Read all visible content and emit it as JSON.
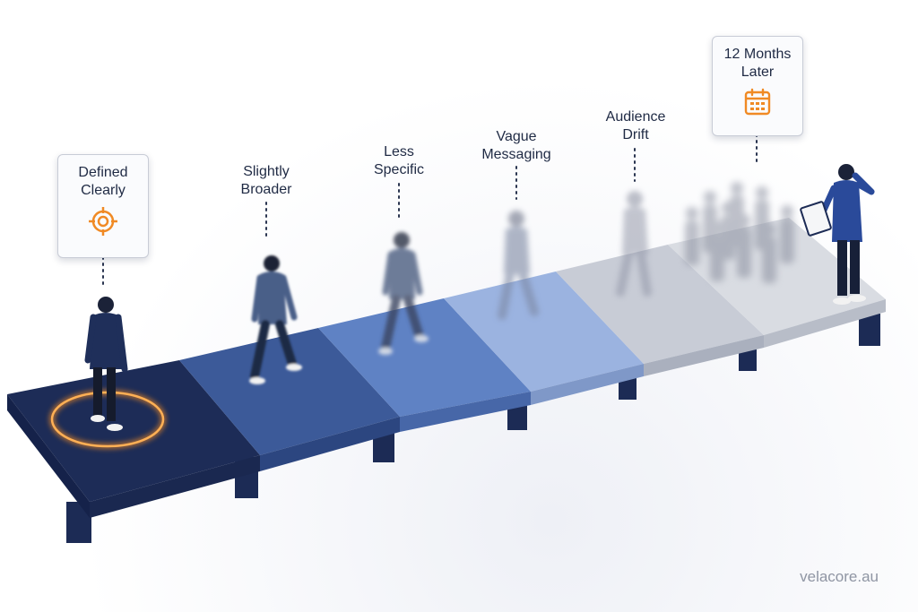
{
  "stages": [
    {
      "label": "Defined Clearly",
      "color": "#1f2f5a",
      "icon": "target-icon"
    },
    {
      "label": "Slightly Broader",
      "color": "#3a5a9a"
    },
    {
      "label": "Less Specific",
      "color": "#5b7fc4"
    },
    {
      "label": "Vague Messaging",
      "color": "#8ea9dc"
    },
    {
      "label": "Audience Drift",
      "color": "#c2c8d4"
    },
    {
      "label": "12 Months Later",
      "color": "#d6d9df",
      "icon": "calendar-icon"
    }
  ],
  "colors": {
    "accent": "#f08a24",
    "figure": "#1f2f5a",
    "pillar": "#1c2b55"
  },
  "watermark": "velacore.au"
}
